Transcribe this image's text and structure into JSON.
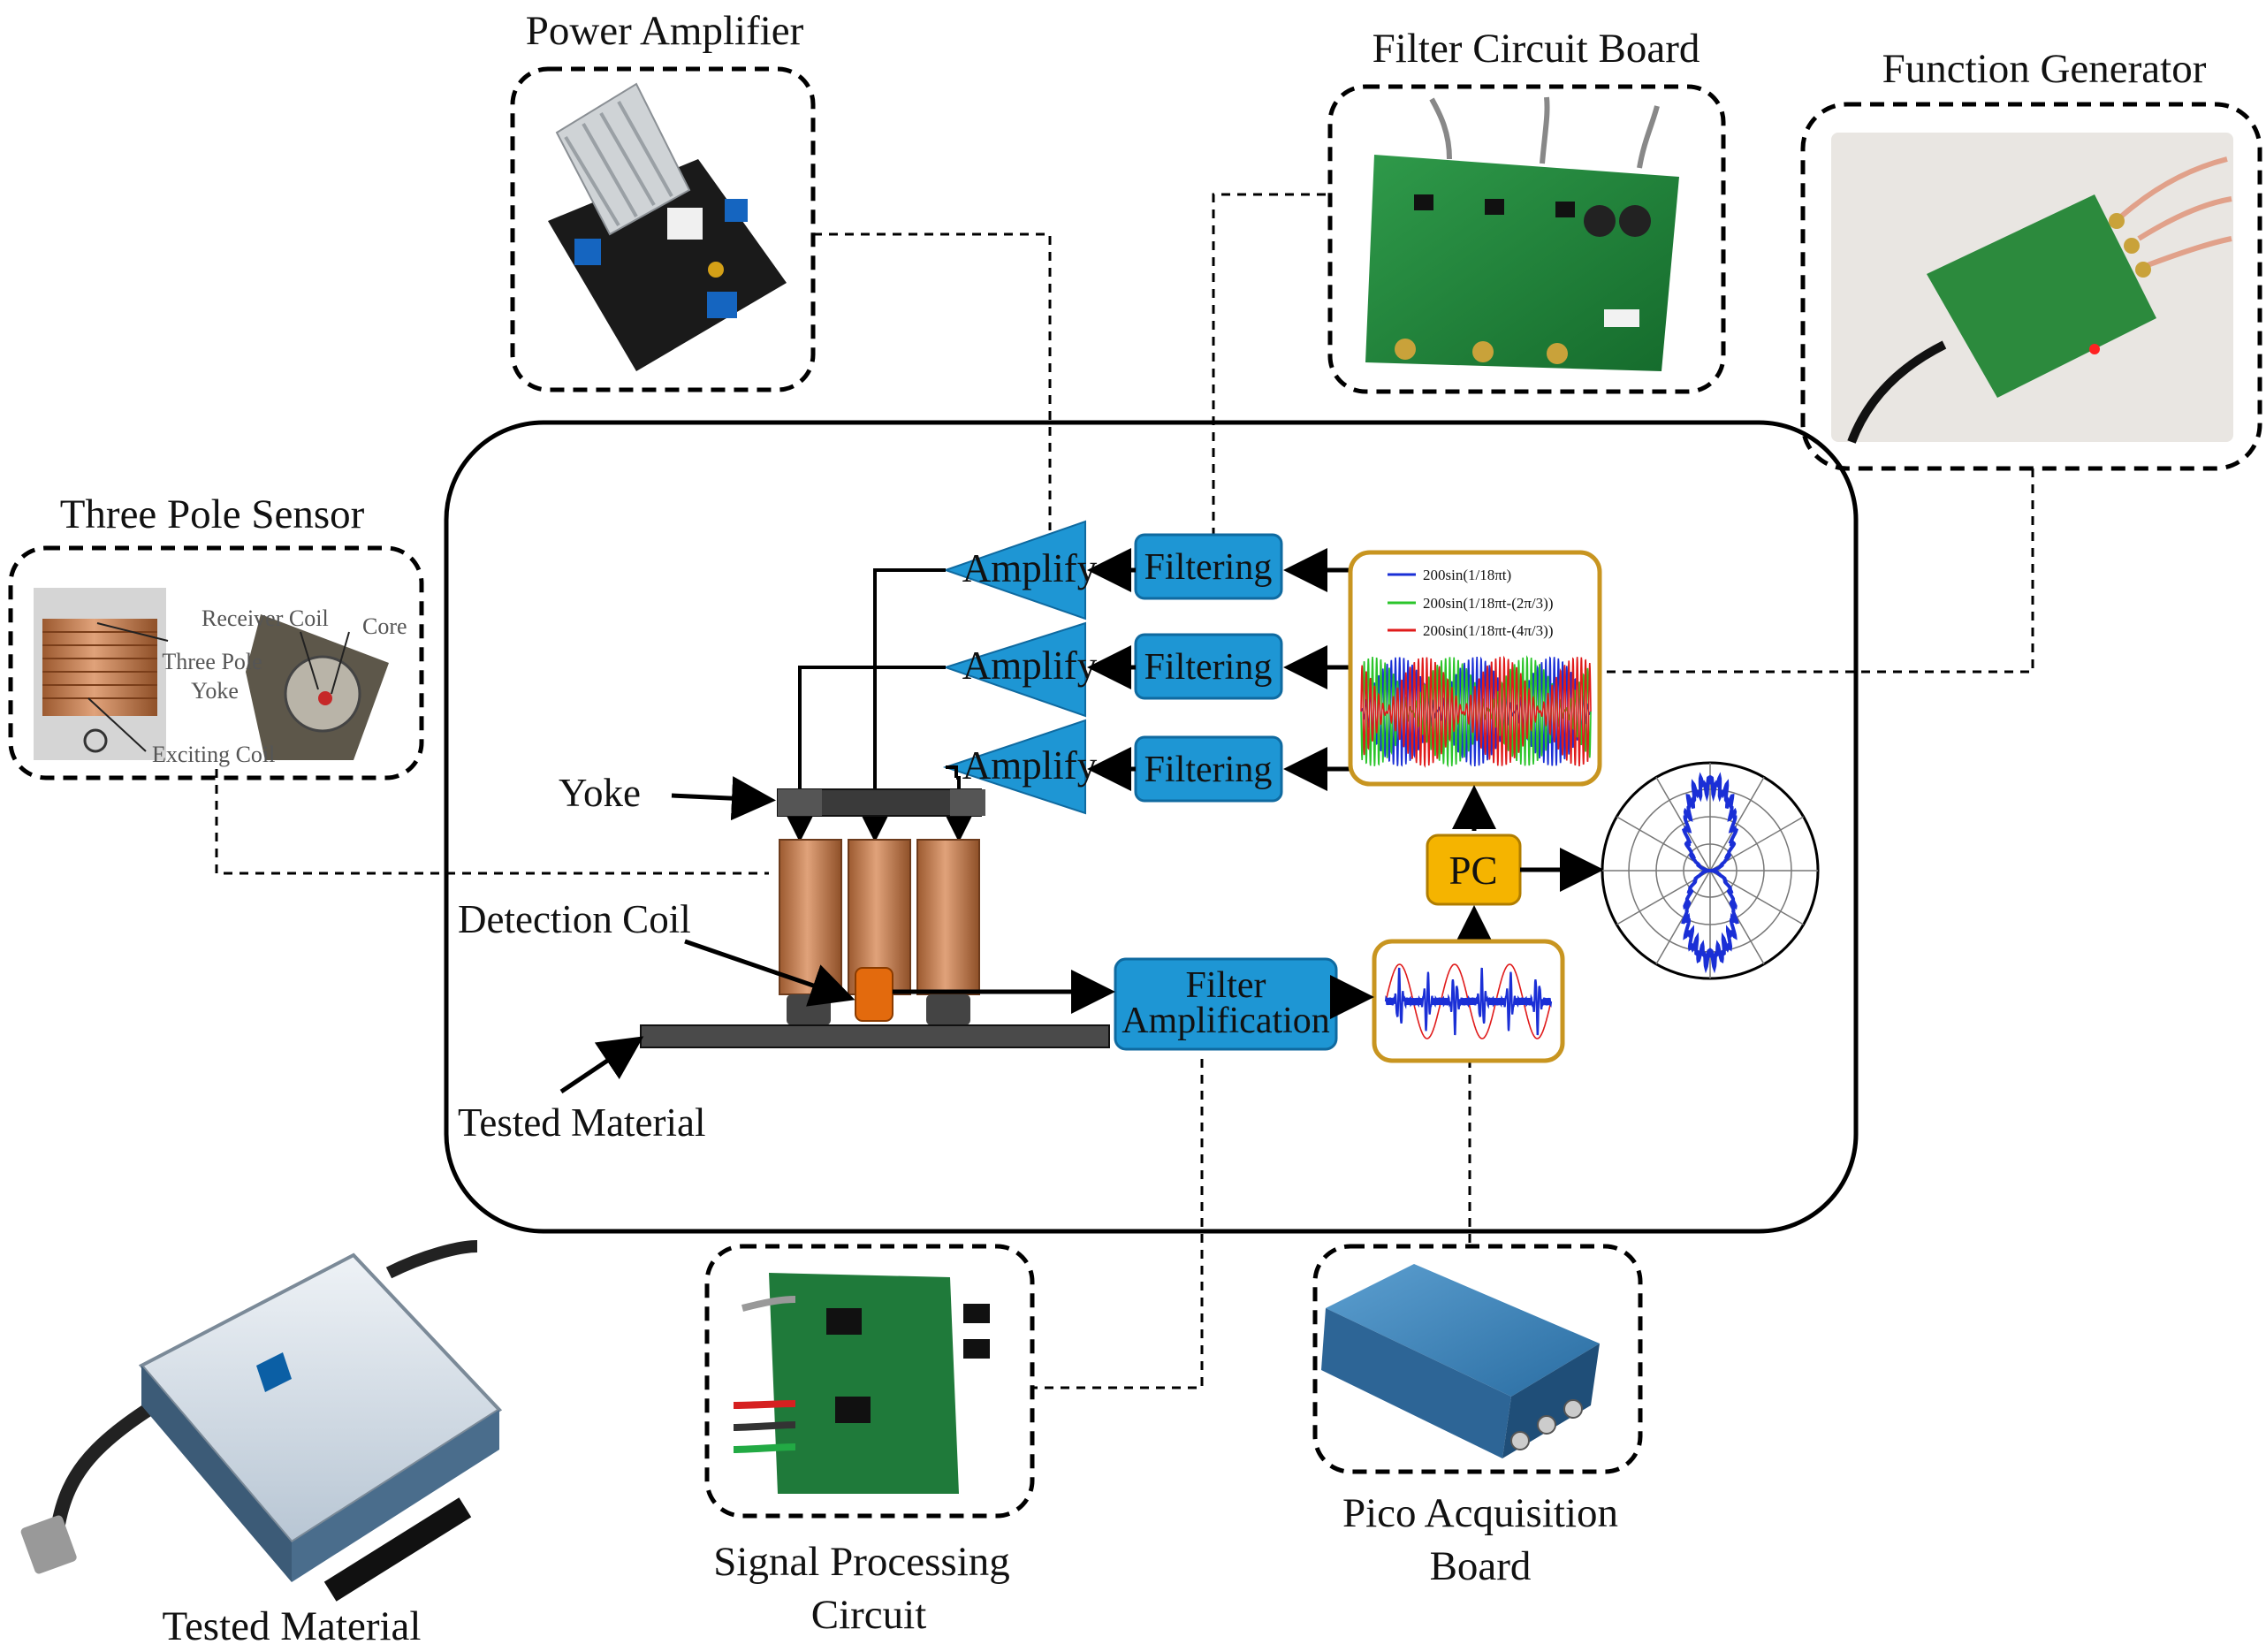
{
  "captions": {
    "power_amplifier": "Power Amplifier",
    "filter_circuit_board": "Filter Circuit Board",
    "function_generator": "Function Generator",
    "three_pole_sensor": "Three Pole Sensor",
    "tested_material_photo": "Tested Material",
    "signal_processing_line1": "Signal Processing",
    "signal_processing_line2": "Circuit",
    "pico_line1": "Pico Acquisition",
    "pico_line2": "Board"
  },
  "sensor_photo_labels": {
    "receiver_coil": "Receiver Coil",
    "core": "Core",
    "three_pole_line1": "Three Pole",
    "three_pole_line2": "Yoke",
    "exciting_coil": "Exciting Coil"
  },
  "blocks": {
    "amplify": "Amplify",
    "filtering": "Filtering",
    "pc": "PC",
    "filter_amp_line1": "Filter",
    "filter_amp_line2": "Amplification"
  },
  "labels": {
    "yoke": "Yoke",
    "detection_coil": "Detection Coil",
    "tested_material": "Tested Material"
  },
  "legend": {
    "s1": "200sin(1/18πt)",
    "s2": "200sin(1/18πt-(2π/3))",
    "s3": "200sin(1/18πt-(4π/3))"
  },
  "colors": {
    "block_blue": "#1e96d4",
    "pc_yellow": "#f5b400",
    "panel_border": "#c89520",
    "series_blue": "#1a2fd6",
    "series_green": "#2bc52b",
    "series_red": "#e01b1b",
    "coil_copper": "#c8865a"
  }
}
